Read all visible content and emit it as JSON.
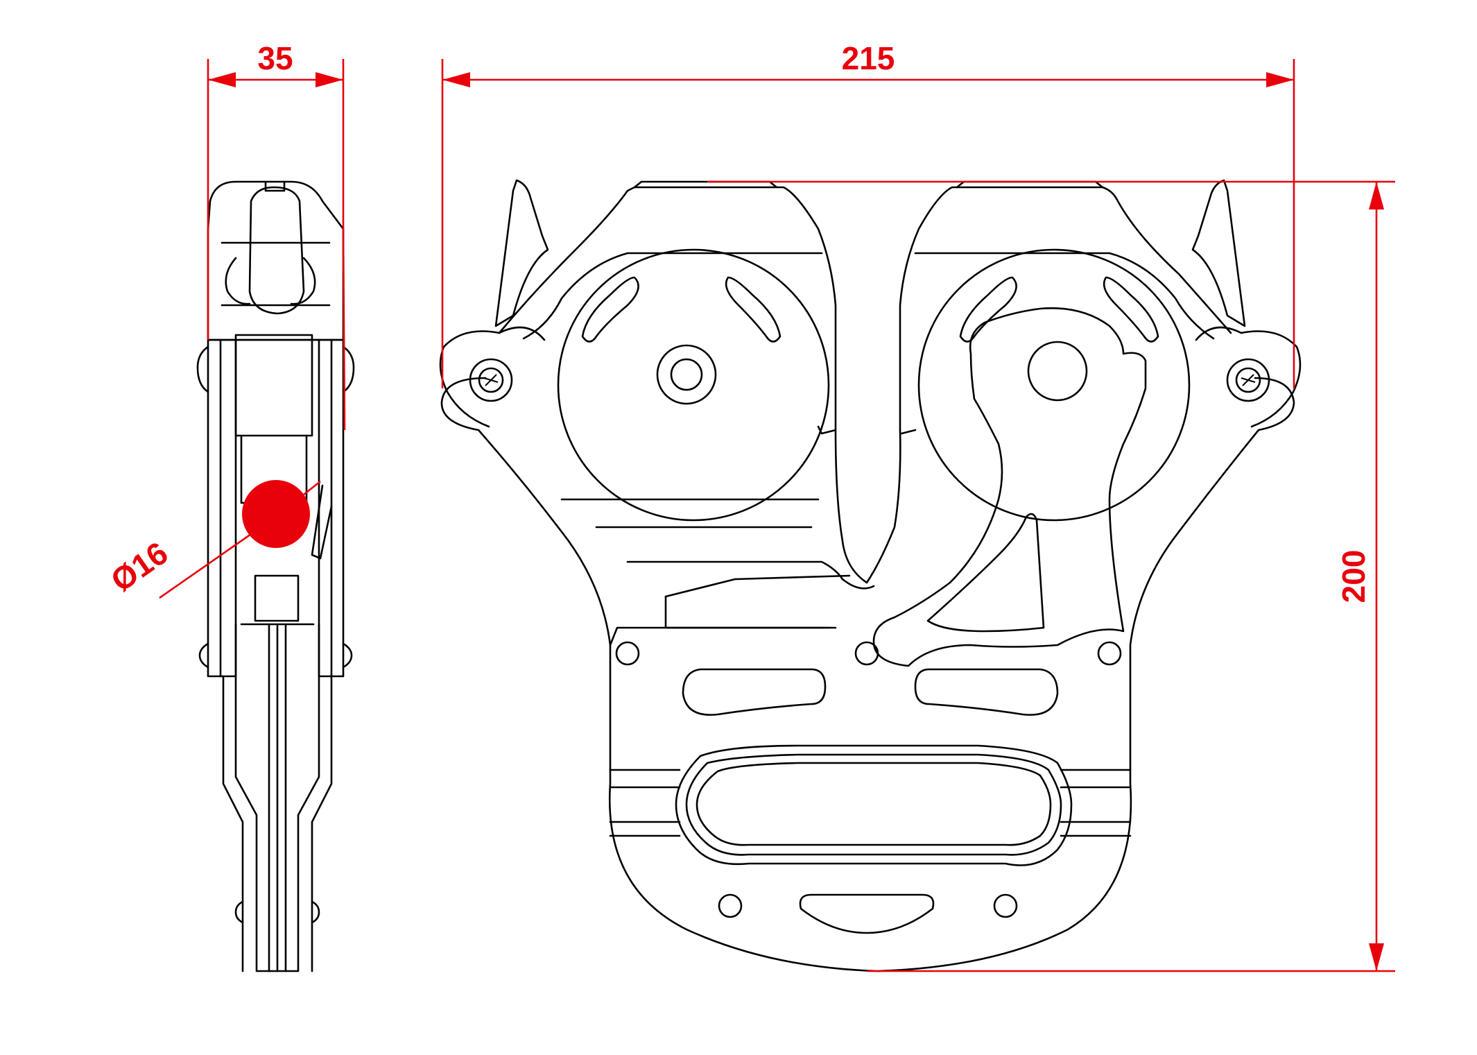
{
  "dimensions": {
    "side_width": "35",
    "overall_width": "215",
    "overall_height": "200",
    "rope_diameter": "Ø16"
  },
  "colors": {
    "dimension": "#e8000b",
    "outline": "#000000",
    "background": "#ffffff"
  }
}
